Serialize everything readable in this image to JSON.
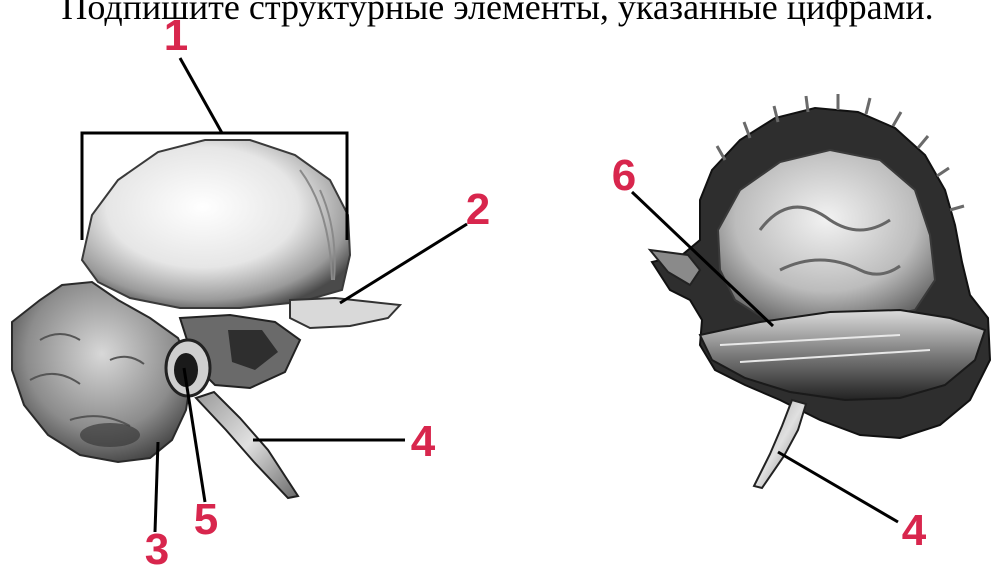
{
  "heading": "Подпишите структурные элементы, указанные цифрами.",
  "labels": {
    "l1": "1",
    "l2": "2",
    "l3": "3",
    "l4a": "4",
    "l4b": "4",
    "l5": "5",
    "l6": "6"
  },
  "colors": {
    "label": "#d8264d",
    "leader": "#000000",
    "bone_light": "#eeeeee",
    "bone_mid": "#a9a9a9",
    "bone_dark": "#333333"
  }
}
